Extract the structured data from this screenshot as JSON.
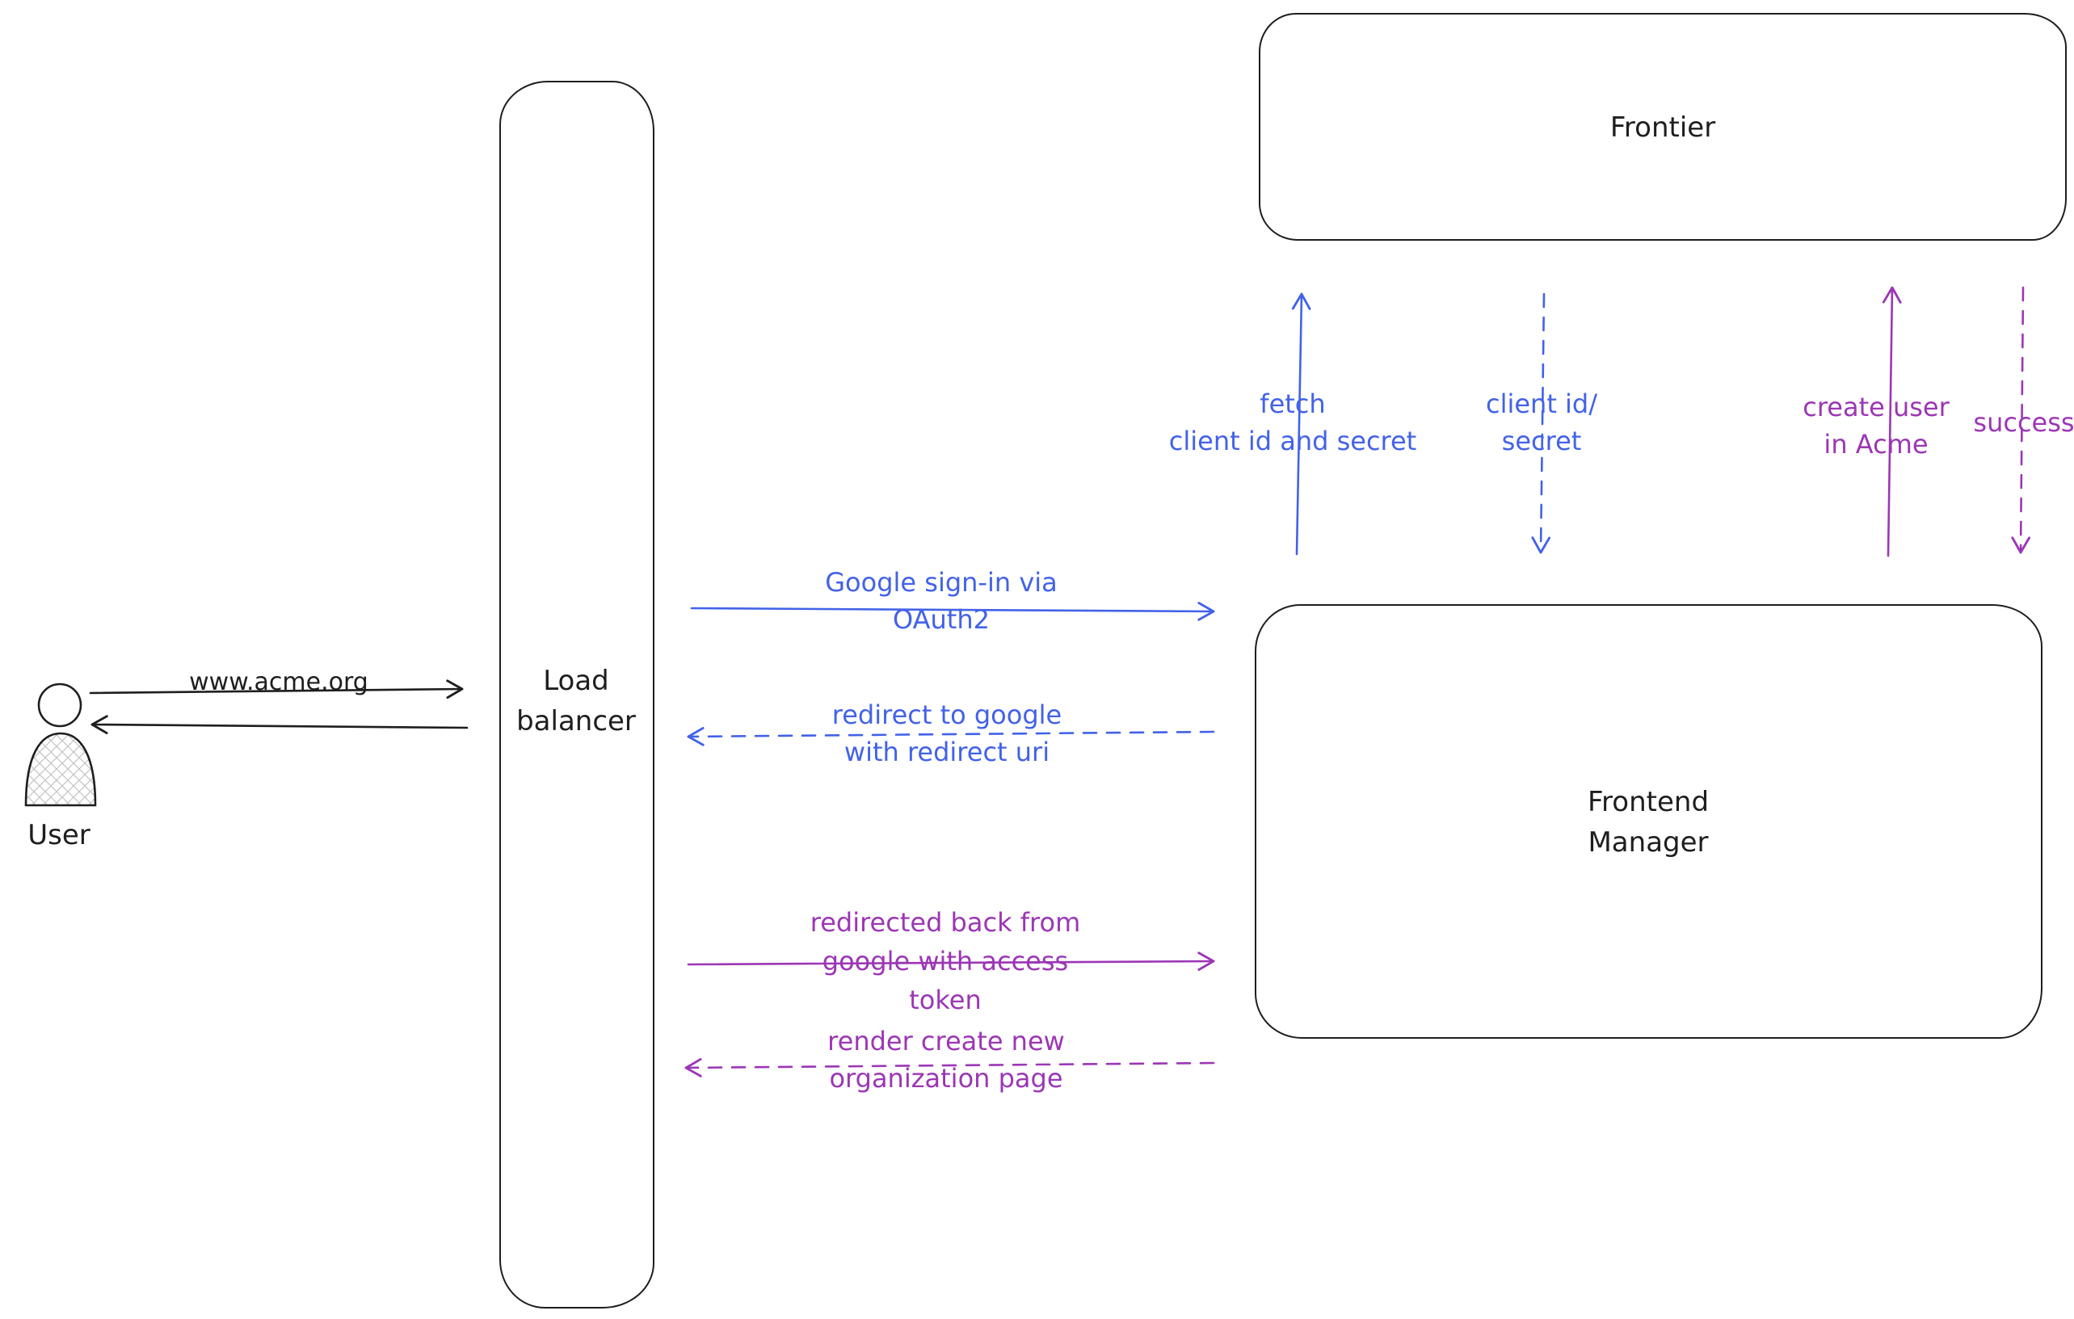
{
  "colors": {
    "ink": "#1e1e1e",
    "blue": "#4262e8",
    "purple": "#9c36b5",
    "background": "#ffffff"
  },
  "nodes": {
    "user": {
      "label": "User"
    },
    "load_balancer": {
      "lines": [
        "Load",
        "balancer"
      ]
    },
    "frontier": {
      "label": "Frontier"
    },
    "frontend_manager": {
      "lines": [
        "Frontend",
        "Manager"
      ]
    }
  },
  "edges": {
    "www_acme": {
      "lines": [
        "www.acme.org"
      ],
      "from": "user",
      "to": "load_balancer",
      "style": "solid",
      "color": "ink"
    },
    "lb_response": {
      "lines": [],
      "from": "load_balancer",
      "to": "user",
      "style": "solid",
      "color": "ink"
    },
    "google_signin": {
      "lines": [
        "Google sign-in via",
        "OAuth2"
      ],
      "from": "load_balancer",
      "to": "frontend_manager",
      "style": "solid",
      "color": "blue"
    },
    "redirect_to_google": {
      "lines": [
        "redirect to google",
        "with redirect uri"
      ],
      "from": "frontend_manager",
      "to": "load_balancer",
      "style": "dashed",
      "color": "blue"
    },
    "redirected_back": {
      "lines": [
        "redirected back from",
        "google with access",
        "token"
      ],
      "from": "load_balancer",
      "to": "frontend_manager",
      "style": "solid",
      "color": "purple"
    },
    "render_org_page": {
      "lines": [
        "render create new",
        "organization page"
      ],
      "from": "frontend_manager",
      "to": "load_balancer",
      "style": "dashed",
      "color": "purple"
    },
    "fetch_client_secret": {
      "lines": [
        "fetch",
        "client id and secret"
      ],
      "from": "frontend_manager",
      "to": "frontier",
      "style": "solid",
      "color": "blue"
    },
    "client_id_secret": {
      "lines": [
        "client id/",
        "secret"
      ],
      "from": "frontier",
      "to": "frontend_manager",
      "style": "dashed",
      "color": "blue"
    },
    "create_user": {
      "lines": [
        "create user",
        "in Acme"
      ],
      "from": "frontend_manager",
      "to": "frontier",
      "style": "solid",
      "color": "purple"
    },
    "success": {
      "lines": [
        "success"
      ],
      "from": "frontier",
      "to": "frontend_manager",
      "style": "dashed",
      "color": "purple"
    }
  }
}
